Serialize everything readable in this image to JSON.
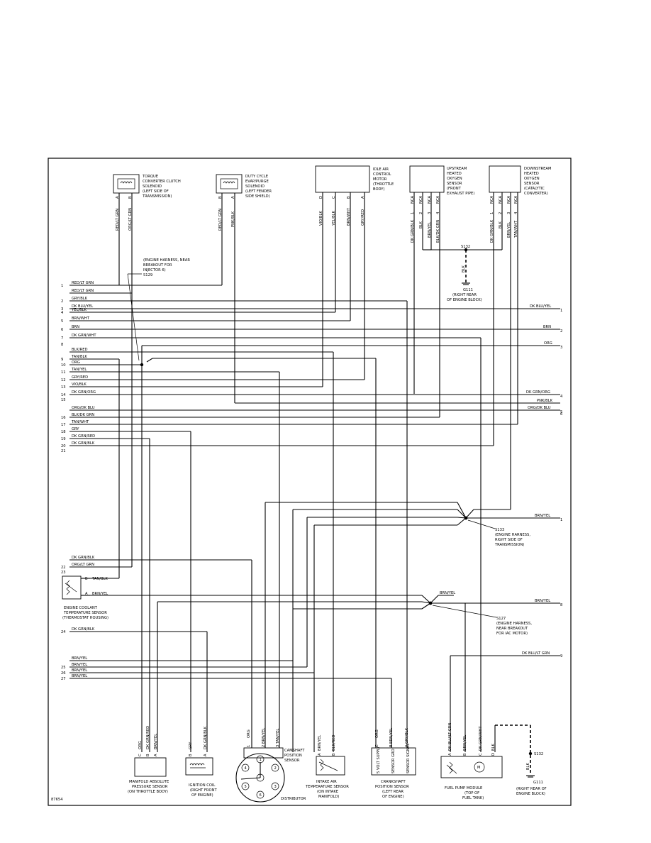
{
  "figure_number": "87654",
  "components": {
    "tcc": [
      "TORQUE",
      "CONVERTER CLUTCH",
      "SOLENOID",
      "(LEFT SIDE OF",
      "TRANSMISSION)"
    ],
    "evap": [
      "DUTY CYCLE",
      "EVAP/PURGE",
      "SOLENOID",
      "(LEFT FENDER",
      "SIDE SHIELD)"
    ],
    "iac": [
      "IDLE AIR",
      "CONTROL",
      "MOTOR",
      "(THROTTLE",
      "BODY)"
    ],
    "upo2": [
      "UPSTREAM",
      "HEATED",
      "OXYGEN",
      "SENSOR",
      "(FRONT",
      "EXHAUST PIPE)"
    ],
    "downo2": [
      "DOWNSTREAM",
      "HEATED",
      "OXYGEN",
      "SENSOR",
      "(CATALYTIC",
      "CONVERTER)"
    ],
    "ect": [
      "ENGINE COOLANT",
      "TEMPERATURE SENSOR",
      "(THERMOSTAT HOUSING)"
    ],
    "map": [
      "MANIFOLD ABSOLUTE",
      "PRESSURE SENSOR",
      "(ON THROTTLE BODY)"
    ],
    "coil": [
      "IGNITION COIL",
      "(RIGHT FRONT",
      "OF ENGINE)"
    ],
    "cmp": [
      "CAMSHAFT",
      "POSITION",
      "SENSOR"
    ],
    "distributor": "DISTRIBUTOR",
    "iat": [
      "INTAKE AIR",
      "TEMPERATURE SENSOR",
      "(ON INTAKE",
      "MANIFOLD)"
    ],
    "ckp": [
      "CRANKSHAFT",
      "POSITION SENSOR",
      "(LEFT REAR",
      "OF ENGINE)"
    ],
    "fuelpump": [
      "FUEL PUMP MODULE",
      "(TOP OF",
      "FUEL TANK)"
    ]
  },
  "splices": {
    "s129": [
      "(ENGINE HARNESS, NEAR",
      "BREAKOUT FOR",
      "INJECTOR 6)",
      "S129"
    ],
    "s133": [
      "S133",
      "(ENGINE HARNESS,",
      "RIGHT SIDE OF",
      "TRANSMISSION)"
    ],
    "s127": [
      "S127",
      "(ENGINE HARNESS,",
      "NEAR BREAKOUT",
      "FOR IAC MOTOR)"
    ],
    "s132_top": "S132",
    "s132_bot": "S132"
  },
  "grounds": {
    "g111_top": [
      "G111",
      "(RIGHT REAR",
      "OF ENGINE BLOCK)"
    ],
    "g111_bot": [
      "G111",
      "(RIGHT REAR OF",
      "ENGINE BLOCK)"
    ],
    "blk_top": "BLK",
    "blk_bot": "BLK"
  },
  "vertical_wires": {
    "tcc": [
      "RED/LT GRN",
      "ORG/LT GRN"
    ],
    "evap": [
      "RED/LT GRN",
      "PNK/BLK"
    ],
    "iac": [
      "VIO/BLK",
      "YEL/BLK",
      "BRN/WHT",
      "GRY/RED"
    ],
    "upo2": [
      "DK GRN/BLK",
      "BLK",
      "BRN/YEL",
      "BLK/DK GRN"
    ],
    "downo2": [
      "DK GRN/BLK",
      "BLK",
      "BRN/YEL",
      "TAN/WHT"
    ],
    "map": [
      "ORG",
      "DK GRN/RED",
      "BRN/YEL"
    ],
    "coil": [
      "GRY",
      "DK GRN/BLK"
    ],
    "cmp": [
      "ORG",
      "BRN/YEL",
      "TAN/YEL"
    ],
    "iat": [
      "BRN/YEL",
      "BLK/RED"
    ],
    "ckp": [
      "ORG",
      "BRN/YEL",
      "GRY/BLK"
    ],
    "fuelpump": [
      "DK BLU/LT GRN",
      "BRN/YEL",
      "DK GRN/WHT",
      "BLK"
    ]
  },
  "pins": {
    "tcc": [
      "A",
      "B"
    ],
    "evap": [
      "B",
      "A"
    ],
    "iac": [
      "D",
      "C",
      "B",
      "A"
    ],
    "o2": [
      "NCA",
      "NCA",
      "NCA",
      "NCA"
    ],
    "o2_nums": [
      "1",
      "2",
      "3",
      "4"
    ],
    "map": [
      "C",
      "B",
      "A"
    ],
    "coil": [
      "B",
      "A"
    ],
    "cmp": [
      "1",
      "2",
      "3"
    ],
    "iat": [
      "A",
      "B"
    ],
    "ckp": [
      "C",
      "B",
      "A"
    ],
    "ckp_labels": [
      "5 VOLT SUPPLY",
      "SENSOR GRD",
      "SENSOR SIGNAL"
    ],
    "fuelpump": [
      "A",
      "B",
      "C",
      "D"
    ],
    "dist": [
      "1",
      "2",
      "3",
      "4",
      "5",
      "6"
    ]
  },
  "left_wires": [
    {
      "n": "1",
      "label": "RED/LT GRN"
    },
    {
      "n": "",
      "label": "RED/LT GRN"
    },
    {
      "n": "2",
      "label": "GRY/BLK"
    },
    {
      "n": "3",
      "label": "DK BLU/YEL"
    },
    {
      "n": "4",
      "label": "YEL/BLK"
    },
    {
      "n": "5",
      "label": "BRN/WHT"
    },
    {
      "n": "6",
      "label": "BRN"
    },
    {
      "n": "7",
      "label": "DK GRN/WHT"
    },
    {
      "n": "8",
      "label": ""
    },
    {
      "n": "",
      "label": "BLK/RED"
    },
    {
      "n": "9",
      "label": "TAN/BLK"
    },
    {
      "n": "10",
      "label": "ORG"
    },
    {
      "n": "11",
      "label": "TAN/YEL"
    },
    {
      "n": "12",
      "label": "GRY/RED"
    },
    {
      "n": "13",
      "label": "VIO/BLK"
    },
    {
      "n": "14",
      "label": "DK GRN/ORG"
    },
    {
      "n": "15",
      "label": ""
    },
    {
      "n": "",
      "label": "ORG/DK BLU"
    },
    {
      "n": "16",
      "label": "BLK/DK GRN"
    },
    {
      "n": "17",
      "label": "TAN/WHT"
    },
    {
      "n": "18",
      "label": "GRY"
    },
    {
      "n": "19",
      "label": "DK GRN/RED"
    },
    {
      "n": "20",
      "label": "DK GRN/BLK"
    },
    {
      "n": "21",
      "label": ""
    }
  ],
  "left_wires_lower": [
    {
      "n": "",
      "label": "DK GRN/BLK"
    },
    {
      "n": "22",
      "label": "ORG/LT GRN"
    },
    {
      "n": "23",
      "label": ""
    },
    {
      "n": "24",
      "label": "DK GRN/BLK"
    },
    {
      "n": "",
      "label": "BRN/YEL"
    },
    {
      "n": "25",
      "label": "BRN/YEL"
    },
    {
      "n": "26",
      "label": "BRN/YEL"
    },
    {
      "n": "27",
      "label": "BRN/YEL"
    }
  ],
  "ect_wires": {
    "b": "TAN/BLK",
    "a": "BRN/YEL",
    "pin_b": "B",
    "pin_a": "A"
  },
  "right_wires": [
    {
      "n": "1",
      "label": "DK BLU/YEL"
    },
    {
      "n": "2",
      "label": "BRN"
    },
    {
      "n": "3",
      "label": "ORG"
    },
    {
      "n": "4",
      "label": "DK GRN/ORG"
    },
    {
      "n": "",
      "label": "PNK/BLK"
    },
    {
      "n": "5",
      "label": "ORG/DK BLU"
    },
    {
      "n": "6",
      "label": ""
    },
    {
      "n": "1",
      "label": "BRN/YEL"
    },
    {
      "n": "",
      "label": "BRN/YEL"
    },
    {
      "n": "8",
      "label": "BRN/YEL"
    },
    {
      "n": "",
      "label": "DK BLU/LT GRN"
    },
    {
      "n": "9",
      "label": ""
    }
  ]
}
